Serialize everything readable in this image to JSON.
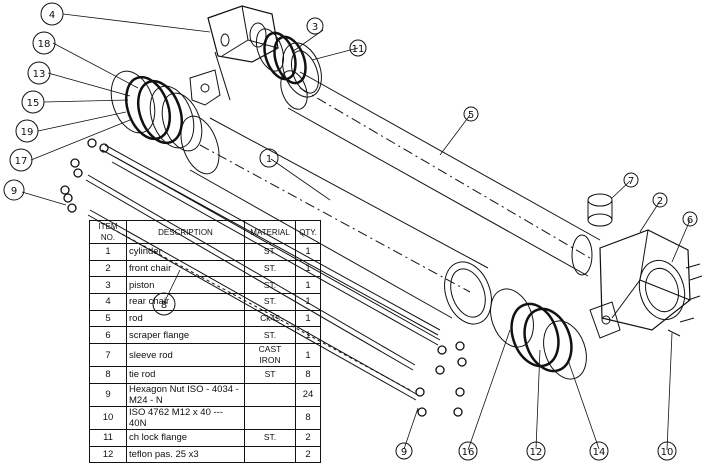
{
  "balloons": [
    "4",
    "3",
    "11",
    "18",
    "13",
    "15",
    "19",
    "17",
    "9",
    "5",
    "1",
    "7",
    "2",
    "6",
    "8",
    "16",
    "12",
    "14",
    "10",
    "9"
  ],
  "bom": {
    "headers": {
      "item": "ITEM NO.",
      "description": "DESCRIPTION",
      "material": "MATERIAL",
      "qty": "QTY."
    },
    "rows": [
      {
        "item": "1",
        "description": "cylinder",
        "material": "ST.",
        "qty": "1"
      },
      {
        "item": "2",
        "description": "front chair",
        "material": "ST.",
        "qty": "1"
      },
      {
        "item": "3",
        "description": "piston",
        "material": "ST.",
        "qty": "1"
      },
      {
        "item": "4",
        "description": "rear chair",
        "material": "ST.",
        "qty": "1"
      },
      {
        "item": "5",
        "description": "rod",
        "material": "Ck45",
        "qty": "1"
      },
      {
        "item": "6",
        "description": "scraper flange",
        "material": "ST.",
        "qty": "1"
      },
      {
        "item": "7",
        "description": "sleeve rod",
        "material": "CAST IRON",
        "qty": "1"
      },
      {
        "item": "8",
        "description": "tie rod",
        "material": "ST",
        "qty": "8"
      },
      {
        "item": "9",
        "description": "Hexagon Nut ISO - 4034 - M24 - N",
        "material": "",
        "qty": "24"
      },
      {
        "item": "10",
        "description": "ISO 4762 M12 x 40 --- 40N",
        "material": "",
        "qty": "8"
      },
      {
        "item": "11",
        "description": "ch lock flange",
        "material": "ST.",
        "qty": "2"
      },
      {
        "item": "12",
        "description": "teflon pas. 25 x3",
        "material": "",
        "qty": "2"
      }
    ]
  }
}
